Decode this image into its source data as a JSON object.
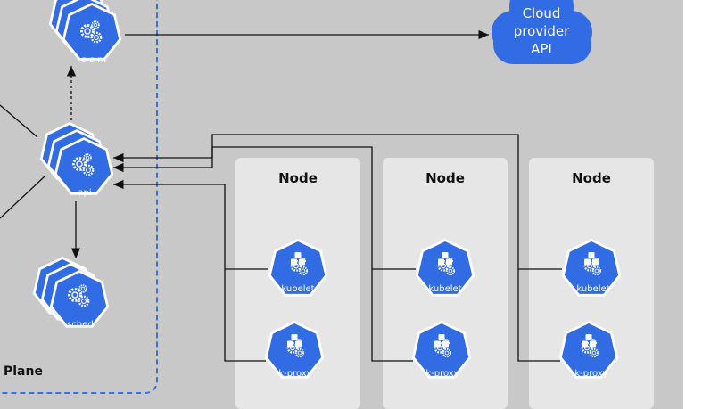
{
  "diagram": {
    "control_plane_label": "Plane",
    "cloud": {
      "lines": [
        "Cloud",
        "provider",
        "API"
      ]
    },
    "components": {
      "ccm": "c-c-m",
      "api": "api",
      "sched": "sched"
    },
    "nodes": [
      {
        "title": "Node",
        "kubelet": "kubelet",
        "kproxy": "k-proxy"
      },
      {
        "title": "Node",
        "kubelet": "kubelet",
        "kproxy": "k-proxy"
      },
      {
        "title": "Node",
        "kubelet": "kubelet",
        "kproxy": "k-proxy"
      }
    ]
  },
  "colors": {
    "k8s_blue": "#326ce5",
    "panel_gray": "#c8c8c8",
    "node_gray": "#e6e6e6",
    "dashed_border": "#3b6fdc"
  }
}
